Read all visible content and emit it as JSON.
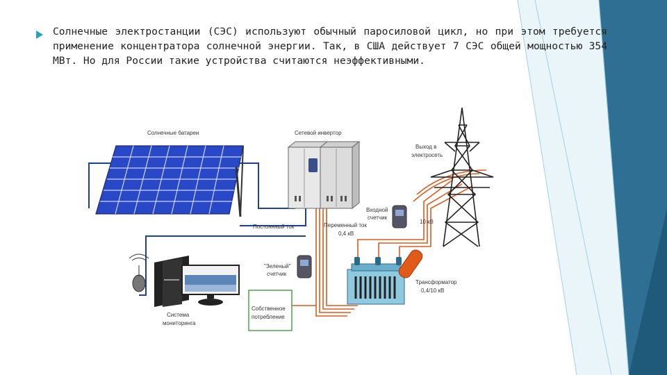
{
  "slide": {
    "paragraph": "Солнечные электростанции (СЭС) используют обычный паросиловой цикл, но при этом требуется применение концентратора солнечной энергии. Так, в США действует 7 СЭС общей мощностью 354 МВт. Но для России такие устройства считаются неэффективными."
  },
  "diagram": {
    "labels": {
      "panels": "Солнечные батареи",
      "inverter": "Сетевой инвертор",
      "grid_line1": "Выход в",
      "grid_line2": "электросеть",
      "input_meter_line1": "Входной",
      "input_meter_line2": "счетчик",
      "kv10": "10 кВ",
      "dc": "Постоянный ток",
      "ac_line1": "Переменный ток",
      "ac_line2": "0,4 кВ",
      "green_meter_line1": "\"Зеленый\"",
      "green_meter_line2": "счетчик",
      "transformer_line1": "Трансформатор",
      "transformer_line2": "0,4/10 кВ",
      "consumption_line1": "Собственное",
      "consumption_line2": "потребление",
      "monitoring_line1": "Система",
      "monitoring_line2": "мониторинга"
    }
  },
  "colors": {
    "accent": "#27a3b8",
    "dc_wire": "#1f3fa0",
    "ac_wire": "#e05a1a",
    "consumption_box": "#4aa24a",
    "panel": "#2848c8"
  }
}
